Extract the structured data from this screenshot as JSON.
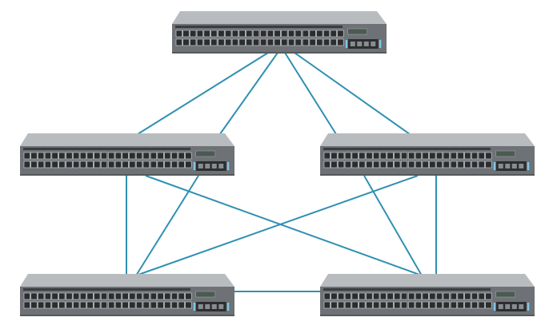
{
  "diagram": {
    "type": "network-topology",
    "node_kind": "ethernet-switch",
    "nodes": [
      {
        "id": "top",
        "ports": 48
      },
      {
        "id": "middle-left",
        "ports": 48
      },
      {
        "id": "middle-right",
        "ports": 48
      },
      {
        "id": "bottom-left",
        "ports": 48
      },
      {
        "id": "bottom-right",
        "ports": 48
      }
    ],
    "edges": [
      [
        "top",
        "middle-left"
      ],
      [
        "top",
        "middle-left"
      ],
      [
        "top",
        "middle-right"
      ],
      [
        "top",
        "middle-right"
      ],
      [
        "middle-left",
        "bottom-left"
      ],
      [
        "middle-left",
        "bottom-left"
      ],
      [
        "middle-left",
        "bottom-right"
      ],
      [
        "middle-right",
        "bottom-right"
      ],
      [
        "middle-right",
        "bottom-right"
      ],
      [
        "middle-right",
        "bottom-left"
      ],
      [
        "bottom-left",
        "bottom-right"
      ]
    ],
    "colors": {
      "link": "#2f90b2",
      "chassis_top": "#b9bcbf",
      "chassis_front": "#6e7276",
      "port": "#2a2c2e",
      "accent": "#7ec8e8"
    }
  }
}
